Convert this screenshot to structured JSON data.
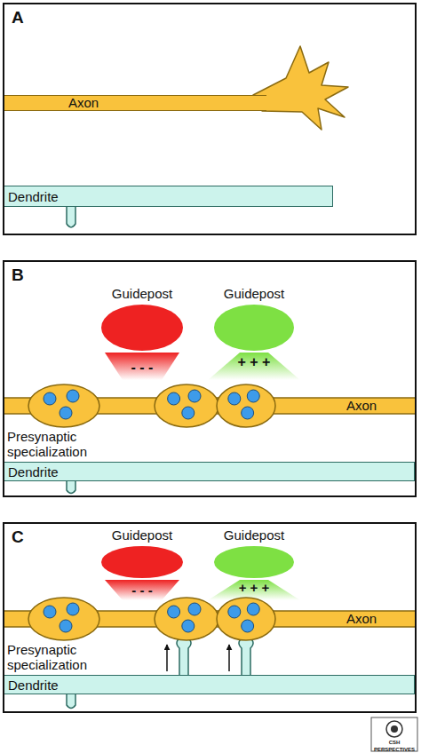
{
  "diagram": {
    "nodes": [
      {
        "text": [
          "A"
        ]
      },
      {
        "text": [
          "Axon"
        ],
        "in": 0
      },
      {
        "text": [
          "Dendrite"
        ],
        "in": 0
      },
      {
        "text": [
          "B"
        ]
      },
      {
        "text": [
          "Guidepost"
        ],
        "in": 3
      },
      {
        "text": [
          "Guidepost"
        ],
        "in": 3
      },
      {
        "text": [
          "Axon"
        ],
        "in": 3
      },
      {
        "text": [
          "Dendrite"
        ],
        "in": 3
      },
      {
        "text": [
          "C"
        ]
      },
      {
        "text": [
          "Guidepost"
        ],
        "in": 8
      },
      {
        "text": [
          "Guidepost"
        ],
        "in": 8
      },
      {
        "text": [
          "Axon"
        ],
        "in": 8
      },
      {
        "text": [
          "Dendrite"
        ],
        "in": 8
      }
    ],
    "edges": [
      {
        "from": 12,
        "to": 11,
        "arrow": "to"
      },
      {
        "from": 12,
        "to": 11,
        "arrow": "to"
      }
    ],
    "labels": [
      "- - -",
      "+ + +",
      "Presynaptic specialization",
      "- - -",
      "+ + +",
      "Presynaptic specialization",
      "CSH PERSPECTIVES"
    ]
  }
}
